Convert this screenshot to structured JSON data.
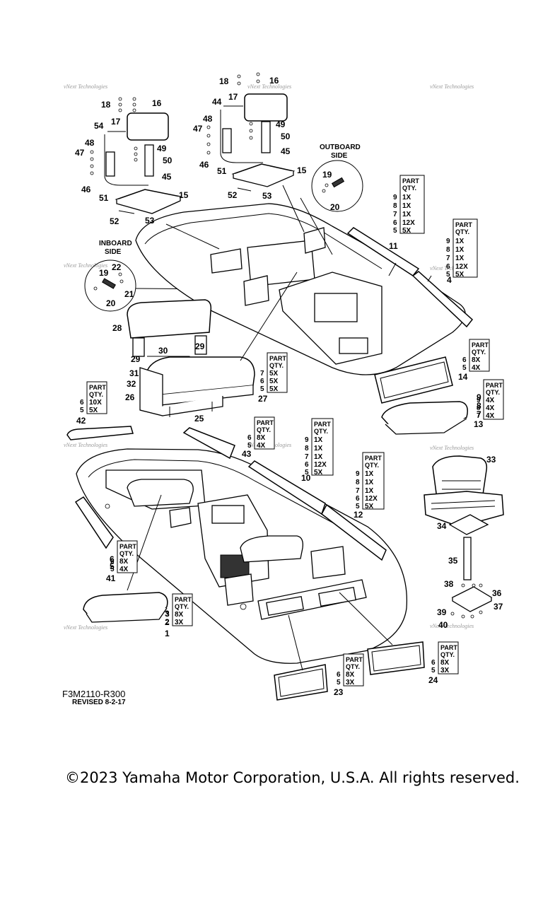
{
  "drawing": {
    "id": "F3M2110-R300",
    "revised": "REVISED 8-2-17",
    "copyright": "©2023 Yamaha Motor Corporation, U.S.A. All rights reserved."
  },
  "labels": {
    "outboard_side_1": "OUTBOARD",
    "outboard_side_2": "SIDE",
    "inboard_side_1": "INBOARD",
    "inboard_side_2": "SIDE",
    "watermark": "vNext Technologies",
    "qty_head_1": "PART",
    "qty_head_2": "QTY."
  },
  "callouts": [
    "1",
    "2",
    "3",
    "4",
    "5",
    "6",
    "7",
    "8",
    "9",
    "10",
    "11",
    "12",
    "13",
    "14",
    "15",
    "16",
    "17",
    "18",
    "19",
    "20",
    "21",
    "22",
    "23",
    "24",
    "25",
    "26",
    "27",
    "28",
    "29",
    "30",
    "31",
    "32",
    "33",
    "34",
    "35",
    "36",
    "37",
    "38",
    "39",
    "40",
    "41",
    "42",
    "43",
    "44",
    "45",
    "46",
    "47",
    "48",
    "49",
    "50",
    "51",
    "52",
    "53",
    "54"
  ],
  "qty_tables": [
    {
      "rows": [
        [
          "9",
          "1X"
        ],
        [
          "8",
          "1X"
        ],
        [
          "7",
          "1X"
        ],
        [
          "6",
          "12X"
        ],
        [
          "5",
          "5X"
        ]
      ]
    },
    {
      "rows": [
        [
          "9",
          "1X"
        ],
        [
          "8",
          "1X"
        ],
        [
          "7",
          "1X"
        ],
        [
          "6",
          "12X"
        ],
        [
          "5",
          "5X"
        ]
      ]
    },
    {
      "rows": [
        [
          "6",
          "8X"
        ],
        [
          "5",
          "4X"
        ]
      ]
    },
    {
      "rows": [
        [
          "9",
          "4X"
        ],
        [
          "8",
          "4X"
        ],
        [
          "7",
          "4X"
        ]
      ]
    },
    {
      "rows": [
        [
          "7",
          "5X"
        ],
        [
          "6",
          "5X"
        ],
        [
          "5",
          "5X"
        ]
      ]
    },
    {
      "rows": [
        [
          "6",
          "10X"
        ],
        [
          "5",
          "5X"
        ]
      ]
    },
    {
      "rows": [
        [
          "6",
          "8X"
        ],
        [
          "5",
          "4X"
        ]
      ]
    },
    {
      "rows": [
        [
          "9",
          "1X"
        ],
        [
          "8",
          "1X"
        ],
        [
          "7",
          "1X"
        ],
        [
          "6",
          "12X"
        ],
        [
          "5",
          "5X"
        ]
      ]
    },
    {
      "rows": [
        [
          "9",
          "1X"
        ],
        [
          "8",
          "1X"
        ],
        [
          "7",
          "1X"
        ],
        [
          "6",
          "12X"
        ],
        [
          "5",
          "5X"
        ]
      ]
    },
    {
      "rows": [
        [
          "6",
          "8X"
        ],
        [
          "5",
          "4X"
        ]
      ]
    },
    {
      "rows": [
        [
          "3",
          "8X"
        ],
        [
          "2",
          "3X"
        ]
      ]
    },
    {
      "rows": [
        [
          "6",
          "8X"
        ],
        [
          "5",
          "3X"
        ]
      ]
    },
    {
      "rows": [
        [
          "6",
          "8X"
        ],
        [
          "5",
          "3X"
        ]
      ]
    }
  ]
}
